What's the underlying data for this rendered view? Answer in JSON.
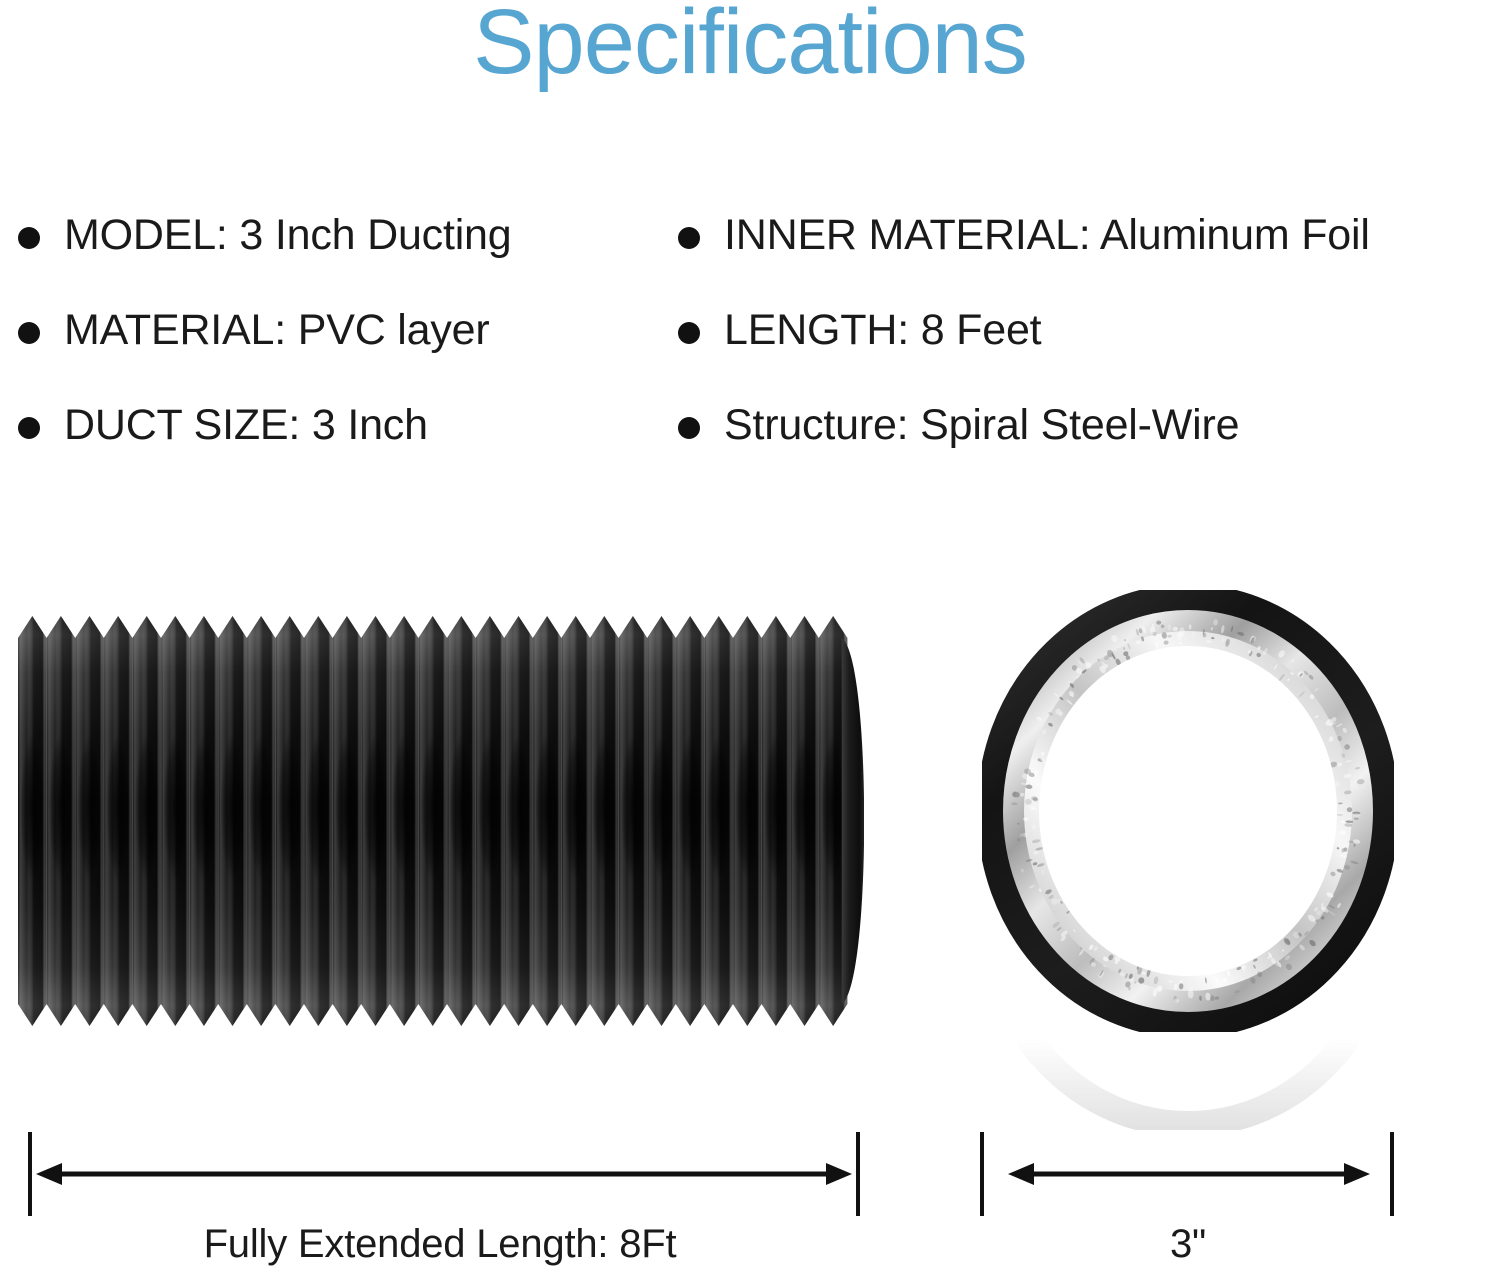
{
  "page": {
    "title": "Specifications",
    "title_color": "#57a6d2",
    "background_color": "#ffffff",
    "text_color": "#1a1a1a"
  },
  "specs": {
    "left_column": [
      {
        "label": "MODEL",
        "value": "3 Inch Ducting",
        "text": "MODEL: 3 Inch Ducting"
      },
      {
        "label": "MATERIAL",
        "value": "PVC layer",
        "text": "MATERIAL: PVC layer"
      },
      {
        "label": "DUCT SIZE",
        "value": "3 Inch",
        "text": "DUCT SIZE: 3 Inch"
      }
    ],
    "right_column": [
      {
        "label": "INNER MATERIAL",
        "value": "Aluminum Foil",
        "text": "INNER MATERIAL: Aluminum Foil"
      },
      {
        "label": "LENGTH",
        "value": "8 Feet",
        "text": "LENGTH: 8 Feet"
      },
      {
        "label": "Structure",
        "value": "Spiral Steel-Wire",
        "text": "Structure: Spiral Steel-Wire"
      }
    ]
  },
  "product_images": {
    "duct": {
      "name": "corrugated-flexible-duct",
      "description": "Black corrugated flexible ducting hose shown horizontally with sawtooth ribbed profile",
      "color": "#1b1b1b"
    },
    "ring": {
      "name": "duct-cross-section-ring",
      "description": "End-on view of duct showing black PVC outer layer and aluminum foil inner liner",
      "outer_color": "#1d1d1d",
      "inner_color": "#d8d8d8"
    }
  },
  "dimensions": {
    "length": {
      "caption": "Fully Extended Length: 8Ft",
      "value": "8",
      "unit": "Ft"
    },
    "diameter": {
      "caption": "3\"",
      "value": "3",
      "unit": "inch"
    }
  }
}
